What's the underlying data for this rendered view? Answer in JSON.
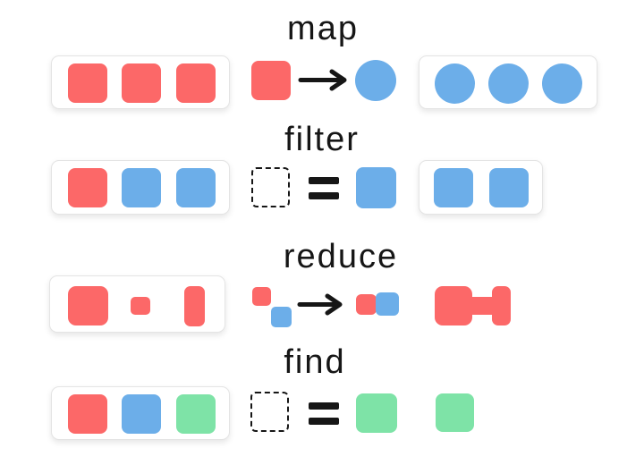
{
  "colors": {
    "red": "#fc6868",
    "blue": "#6caee9",
    "green": "#7ee3a7",
    "ink": "#161616",
    "card_border": "#e4e4e4"
  },
  "rows": [
    {
      "label": "map",
      "input": [
        "red-square",
        "red-square",
        "red-square"
      ],
      "transform": {
        "from": "red-square",
        "operator": "arrow-right",
        "to": "blue-circle"
      },
      "output": [
        "blue-circle",
        "blue-circle",
        "blue-circle"
      ]
    },
    {
      "label": "filter",
      "input": [
        "red-square",
        "blue-square",
        "blue-square"
      ],
      "transform": {
        "from": "empty-dashed-square",
        "operator": "equals",
        "to": "blue-square"
      },
      "output": [
        "blue-square",
        "blue-square"
      ]
    },
    {
      "label": "reduce",
      "input": [
        "red-square-large",
        "red-square-small",
        "red-rect-tall"
      ],
      "transform": {
        "from": "red-square-small + blue-square-small",
        "operator": "arrow-right",
        "to": "red-and-blue-squares-joined"
      },
      "output": [
        "red-merged-dumbbell-shape"
      ]
    },
    {
      "label": "find",
      "input": [
        "red-square",
        "blue-square",
        "green-square"
      ],
      "transform": {
        "from": "empty-dashed-square",
        "operator": "equals",
        "to": "green-square"
      },
      "output": [
        "green-square"
      ]
    }
  ]
}
